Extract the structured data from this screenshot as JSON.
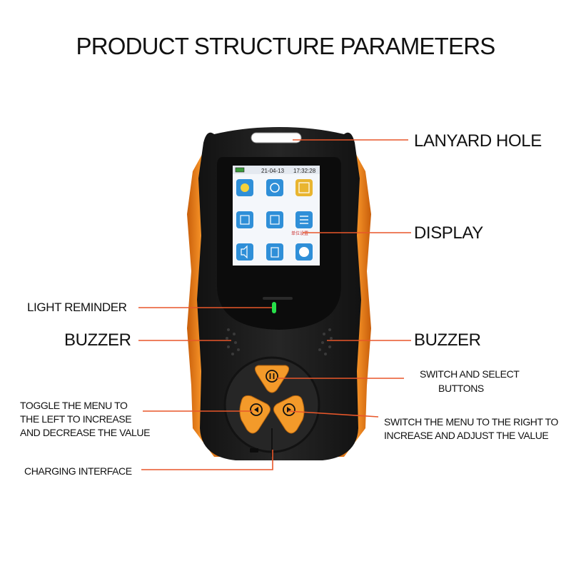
{
  "title": "PRODUCT STRUCTURE PARAMETERS",
  "screen": {
    "date": "21-04-13",
    "time": "17:32:28",
    "caption": "单位设置"
  },
  "labels": {
    "lanyard_hole": "LANYARD HOLE",
    "display": "DISPLAY",
    "light_reminder": "LIGHT REMINDER",
    "buzzer_left": "BUZZER",
    "buzzer_right": "BUZZER",
    "switch_select_1": "SWITCH AND SELECT",
    "switch_select_2": "BUTTONS",
    "toggle_left_1": "TOGGLE THE MENU TO",
    "toggle_left_2": "THE LEFT TO INCREASE",
    "toggle_left_3": "AND DECREASE THE VALUE",
    "switch_right_1": "SWITCH THE MENU TO THE RIGHT TO",
    "switch_right_2": "INCREASE AND ADJUST THE VALUE",
    "charging": "CHARGING INTERFACE"
  },
  "colors": {
    "body": "#1b1b1b",
    "bumper": "#f08a1e",
    "callout": "#e8572a",
    "led": "#27e04a",
    "screen_bg": "#f4f7fb"
  },
  "icons": [
    "radiation-icon",
    "gauge-icon",
    "grid-icon",
    "record-icon",
    "settings-icon",
    "list-icon",
    "speaker-icon",
    "info-icon",
    "moon-icon"
  ]
}
